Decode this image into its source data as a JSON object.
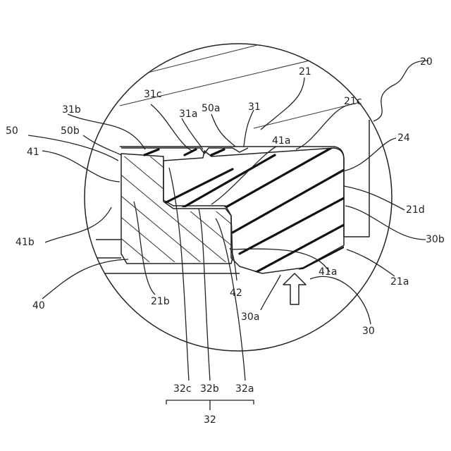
{
  "labels": {
    "l20": "20",
    "l21": "21",
    "l21c": "21c",
    "l24": "24",
    "l21d": "21d",
    "l30b": "30b",
    "l21a": "21a",
    "l30": "30",
    "l41a_lower": "41a",
    "l30a": "30a",
    "l42": "42",
    "l50": "50",
    "l41": "41",
    "l41b": "41b",
    "l40": "40",
    "l31b": "31b",
    "l50b": "50b",
    "l31c": "31c",
    "l31a": "31a",
    "l50a": "50a",
    "l31": "31",
    "l41a_upper": "41a",
    "l21b": "21b",
    "l32c": "32c",
    "l32b": "32b",
    "l32a": "32a",
    "l32": "32"
  }
}
